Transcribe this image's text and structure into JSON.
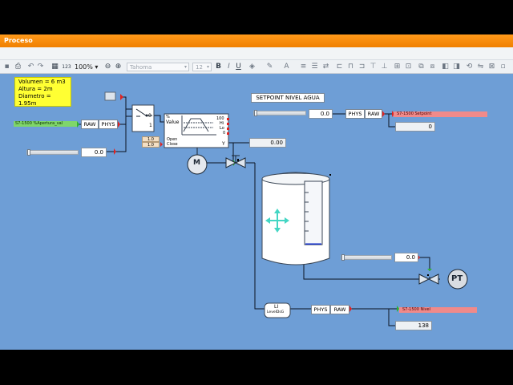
{
  "window": {
    "title": "Proceso"
  },
  "toolbar": {
    "zoom": "100%",
    "font_name": "Tahoma",
    "font_size": "12",
    "bold": "B",
    "italic": "I",
    "underline": "U",
    "grid_label": "123"
  },
  "note": {
    "lines": [
      "Volumen = 6 m3",
      "Altura = 2m",
      "Diametro = 1.95m"
    ]
  },
  "setpoint": {
    "title": "SETPOINT NIVEL AGUA",
    "slider_value": "0.0",
    "phys": "PHYS",
    "raw": "RAW",
    "tag": "S7-1500 Setpoint",
    "readout": "0",
    "slider_fraction": 0
  },
  "valve_ctrl": {
    "tag": "S7-1500 %Apertura_val",
    "raw": "RAW",
    "phys": "PHYS",
    "slider_value": "0.0",
    "slider_fraction": 0,
    "switch_0": "0",
    "switch_1": "1",
    "func_pct": "%",
    "func_value": "Value",
    "func_100": "100",
    "func_hi": "Hi",
    "func_lo": "Lo",
    "func_0": "0",
    "func_y": "Y",
    "func_open": "Open",
    "func_close": "Close",
    "in_a": "1.0",
    "in_b": "1.0",
    "output": "0.00"
  },
  "motor": {
    "label": "M"
  },
  "tank": {
    "level_fraction": 0.02
  },
  "pressure": {
    "slider_value": "0.0",
    "slider_fraction": 0,
    "transmitter": "PT"
  },
  "level": {
    "block_title": "LI",
    "block_sub": "LevelDsG",
    "phys": "PHYS",
    "raw": "RAW",
    "tag": "S7-1500 Nivel",
    "readout": "138"
  }
}
